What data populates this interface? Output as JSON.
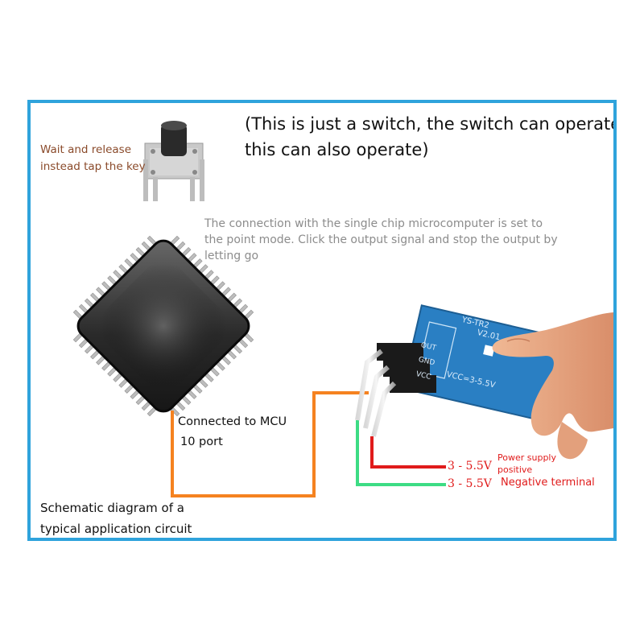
{
  "colors": {
    "frame_border": "#2fa3dc",
    "orange_wire": "#f58220",
    "red_wire": "#e01b1b",
    "green_wire": "#3ddc84",
    "board": "#2a7fc3"
  },
  "icons": [
    "tact-switch-image",
    "mcu-chip-image",
    "touch-sensor-board-image",
    "finger-hand-image"
  ],
  "key_note": {
    "line1": "Wait and release",
    "line2": "instead tap the key"
  },
  "switch_note": {
    "line1": "(This is just a switch, the switch can operate",
    "line2": "this can also operate)"
  },
  "mode_note": {
    "line1": "The connection with the single chip microcomputer is set to",
    "line2": " the point mode. Click the output signal and stop the output by",
    "line3": "letting go"
  },
  "mcu_label": {
    "line1": "Connected to MCU",
    "line2": "10 port"
  },
  "caption": {
    "line1": "Schematic diagram of a",
    "line2": "typical application circuit"
  },
  "board": {
    "model": "YS-TR2",
    "version": "V2.01",
    "pin_out": "OUT",
    "pin_gnd": "GND",
    "pin_vcc": "VCC",
    "vcc_range": "VCC=3-5.5V"
  },
  "power": {
    "voltage": "3 - 5.5V",
    "label_line1": "Power supply",
    "label_line2": "positive"
  },
  "negative": {
    "voltage": "3 - 5.5V",
    "label": "Negative terminal"
  }
}
